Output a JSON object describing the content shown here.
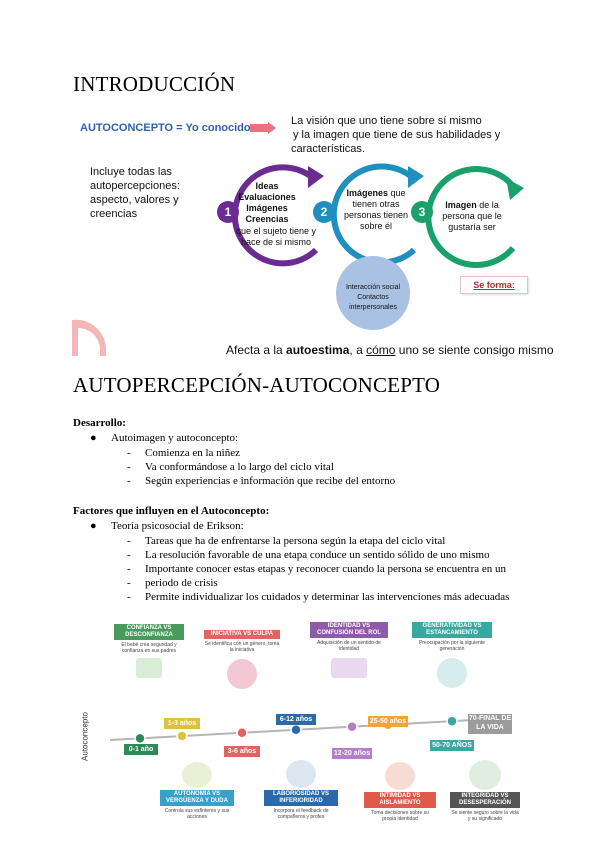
{
  "page": {
    "title_intro": "INTRODUCCIÓN",
    "title_section2": "AUTOPERCEPCIÓN-AUTOCONCEPTO"
  },
  "diagram": {
    "autoconcepto_label": "AUTOCONCEPTO = Yo conocido",
    "vision_text_line1": "La visión que uno tiene sobre sí mismo",
    "vision_text_line2": "y la imagen que tiene de sus habilidades y",
    "vision_text_line3": "características.",
    "incluye_line1": "Incluye todas las",
    "incluye_line2": "autopercepciones:",
    "incluye_line3": "aspecto, valores y",
    "incluye_line4": "creencias",
    "circle1_number": "1",
    "circle1_bold1": "Ideas",
    "circle1_bold2": "Evaluaciones",
    "circle1_bold3": "Imágenes",
    "circle1_bold4": "Creencias",
    "circle1_sub1": "que el sujeto tiene y",
    "circle1_sub2": "hace de si mismo",
    "circle2_number": "2",
    "circle2_bold": "Imágenes",
    "circle2_l1": "que",
    "circle2_l2": "tienen otras",
    "circle2_l3": "personas tienen",
    "circle2_l4": "sobre él",
    "circle3_number": "3",
    "circle3_bold": "Imagen",
    "circle3_l1": "de la",
    "circle3_l2": "persona que le",
    "circle3_l3": "gustaría ser",
    "bubble_l1": "Interacción social",
    "bubble_l2": "Contactos",
    "bubble_l3": "interpersonales",
    "se_forma": "Se forma:",
    "afecta_prefix": "Afecta a la ",
    "afecta_bold": "autoestima",
    "afecta_mid": ", a ",
    "afecta_underline": "cómo",
    "afecta_suffix": " uno se siente consigo mismo",
    "colors": {
      "blue_label": "#2f5fb3",
      "arrow_pink": "#f26d7d",
      "circle1": "#6a2c91",
      "circle2": "#1f8fc0",
      "circle3": "#1aa06b",
      "bubble": "#a9c1e3",
      "se_forma": "#c1272d"
    }
  },
  "section2": {
    "desarrollo_label": "Desarrollo:",
    "bullet1": "Autoimagen y autoconcepto:",
    "b1_items": [
      "Comienza en la niñez",
      "Va conformándose a lo largo del ciclo vital",
      "Según experiencias e información que recibe del entorno"
    ],
    "factores_label": "Factores que influyen en el Autoconcepto:",
    "bullet2": "Teoría psicosocial de Erikson:",
    "b2_items": [
      "Tareas que ha de enfrentarse la persona según la etapa del ciclo vital",
      "La resolución favorable de una etapa conduce un sentido sólido de uno mismo",
      "Importante conocer estas etapas y reconocer cuando la persona se encuentra en un",
      "Permite individualizar los cuidados y determinar las intervenciones más adecuadas"
    ],
    "b2_item3_cont": "periodo de crisis"
  },
  "timeline": {
    "ylabel": "Autoconcepto",
    "stages_top": [
      {
        "title": "CONFIANZA VS DESCONFIANZA",
        "desc": "El bebé crea seguridad y confianza en sus padres",
        "color": "#4a9a5e"
      },
      {
        "title": "INICIATIVA VS CULPA",
        "desc": "Se identifica con un género, toma la iniciativa",
        "color": "#e0645f"
      },
      {
        "title": "IDENTIDAD VS CONFUSIÓN DEL ROL",
        "desc": "Adquisición de un sentido de identidad",
        "color": "#8f5aa8"
      },
      {
        "title": "GENERATIVIDAD VS ESTANCAMIENTO",
        "desc": "Preocupación por la siguiente generación",
        "color": "#3aa7a0"
      }
    ],
    "stages_bottom": [
      {
        "title": "AUTONOMÍA VS VERGÜENZA Y DUDA",
        "desc": "Controla sus esfínteres y sus acciones",
        "color": "#3aa0c8"
      },
      {
        "title": "LABORIOSIDAD VS INFERIORIDAD",
        "desc": "Incorpora el feedback de compañeros y profes",
        "color": "#2b6aa8"
      },
      {
        "title": "INTIMIDAD VS AISLAMIENTO",
        "desc": "Toma decisiones sobre su propia identidad",
        "color": "#e05a4a"
      },
      {
        "title": "INTEGRIDAD VS DESESPERACIÓN",
        "desc": "Se siente seguro sobre la vida y su significado",
        "color": "#555555"
      }
    ],
    "ages": [
      {
        "label": "0-1 año",
        "color": "#2e8b57"
      },
      {
        "label": "1-3 años",
        "color": "#e0c040"
      },
      {
        "label": "3-6 años",
        "color": "#e0645f"
      },
      {
        "label": "6-12 años",
        "color": "#2b6aa8"
      },
      {
        "label": "12-20 años",
        "color": "#b57ec9"
      },
      {
        "label": "25-50 años",
        "color": "#f2a33a"
      },
      {
        "label": "50-70 AÑOS",
        "color": "#3aa7a0"
      },
      {
        "label": "70-FINAL DE LA VIDA",
        "color": "#9b9b9b"
      }
    ]
  }
}
